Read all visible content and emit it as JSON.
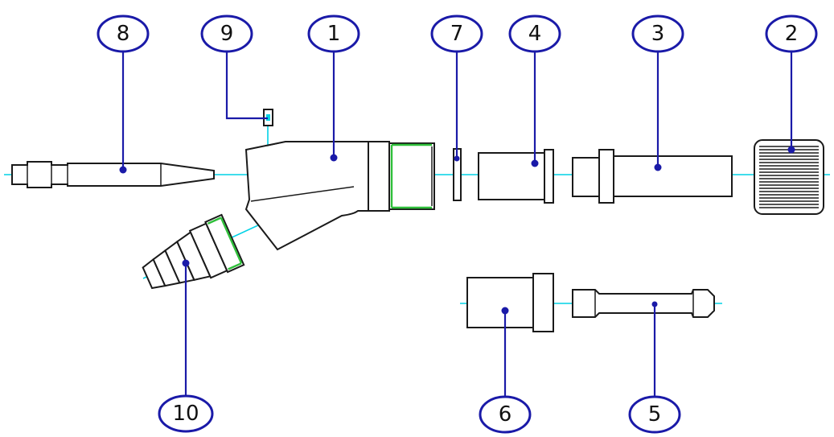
{
  "colors": {
    "leader": "#1a1aa8",
    "axis": "#00d2e6",
    "outline": "#1a1a1a",
    "thread": "#2fbf3a"
  },
  "callouts": [
    {
      "id": "c8",
      "label": "8"
    },
    {
      "id": "c9",
      "label": "9"
    },
    {
      "id": "c1",
      "label": "1"
    },
    {
      "id": "c7",
      "label": "7"
    },
    {
      "id": "c4",
      "label": "4"
    },
    {
      "id": "c3",
      "label": "3"
    },
    {
      "id": "c2",
      "label": "2"
    },
    {
      "id": "c10",
      "label": "10"
    },
    {
      "id": "c6",
      "label": "6"
    },
    {
      "id": "c5",
      "label": "5"
    }
  ]
}
